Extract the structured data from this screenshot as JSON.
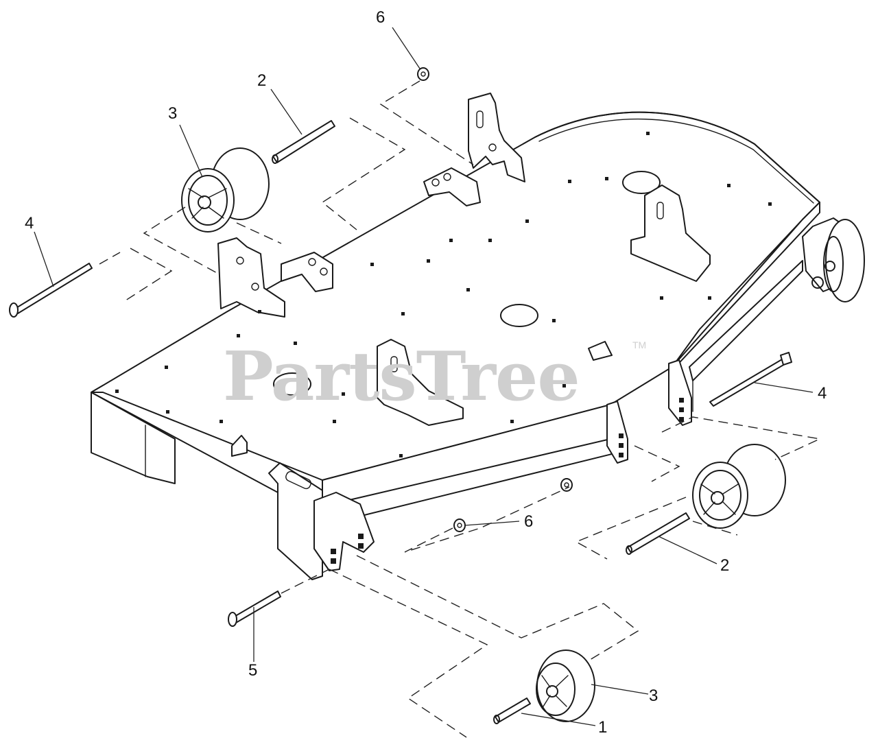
{
  "watermark": {
    "brand": "PartsTree",
    "trademark": "TM"
  },
  "callouts": [
    {
      "id": "c6a",
      "label": "6"
    },
    {
      "id": "c2a",
      "label": "2"
    },
    {
      "id": "c3a",
      "label": "3"
    },
    {
      "id": "c4a",
      "label": "4"
    },
    {
      "id": "c4b",
      "label": "4"
    },
    {
      "id": "c6b",
      "label": "6"
    },
    {
      "id": "c2b",
      "label": "2"
    },
    {
      "id": "c5",
      "label": "5"
    },
    {
      "id": "c3b",
      "label": "3"
    },
    {
      "id": "c1",
      "label": "1"
    }
  ]
}
